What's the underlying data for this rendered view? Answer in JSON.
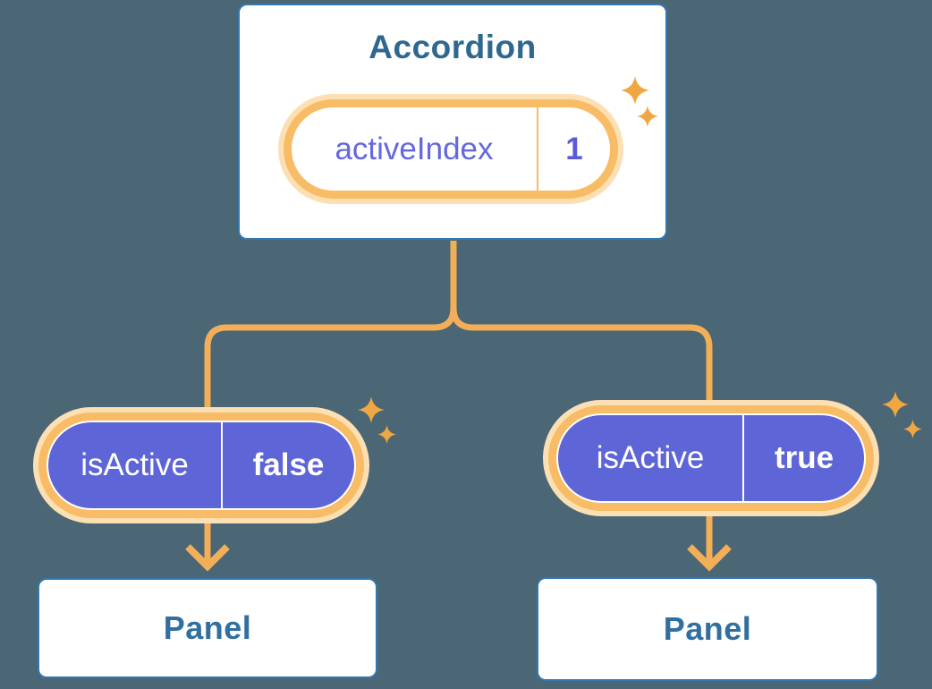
{
  "diagram": {
    "accordion": {
      "title": "Accordion",
      "state_pill": {
        "label": "activeIndex",
        "value": "1"
      }
    },
    "left_branch": {
      "prop_pill": {
        "label": "isActive",
        "value": "false"
      },
      "panel_title": "Panel"
    },
    "right_branch": {
      "prop_pill": {
        "label": "isActive",
        "value": "true"
      },
      "panel_title": "Panel"
    }
  },
  "colors": {
    "background": "#4B6675",
    "card_border": "#3478B0",
    "card_title": "#2E688F",
    "panel_title": "#3070A0",
    "pill_fill": "#5E65D6",
    "pill_text": "#FFFFFF",
    "state_text": "#6468E0",
    "state_value": "#585CD8",
    "ring_orange": "#F8BC66",
    "ring_halo": "#FCE0B4",
    "connector": "#F3AE58",
    "sparkle": "#EFA742"
  }
}
